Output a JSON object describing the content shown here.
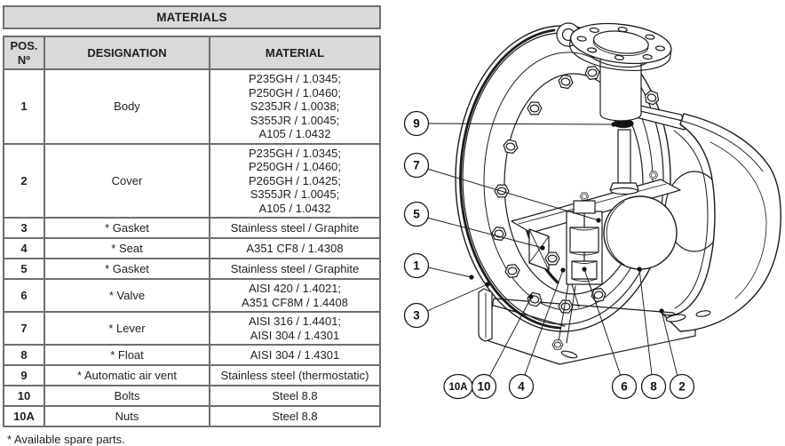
{
  "table": {
    "title": "MATERIALS",
    "columns": {
      "pos": "POS.\nNº",
      "designation": "DESIGNATION",
      "material": "MATERIAL"
    },
    "rows": [
      {
        "pos": "1",
        "designation": "Body",
        "material": "P235GH / 1.0345;\nP250GH / 1.0460;\nS235JR / 1.0038;\nS355JR / 1.0045;\nA105 / 1.0432"
      },
      {
        "pos": "2",
        "designation": "Cover",
        "material": "P235GH / 1.0345;\nP250GH / 1.0460;\nP265GH / 1.0425;\nS355JR / 1.0045;\nA105 / 1.0432"
      },
      {
        "pos": "3",
        "designation": "* Gasket",
        "material": "Stainless steel / Graphite"
      },
      {
        "pos": "4",
        "designation": "* Seat",
        "material": "A351 CF8 / 1.4308"
      },
      {
        "pos": "5",
        "designation": "* Gasket",
        "material": "Stainless steel / Graphite"
      },
      {
        "pos": "6",
        "designation": "* Valve",
        "material": "AISI 420 / 1.4021;\nA351 CF8M / 1.4408"
      },
      {
        "pos": "7",
        "designation": "* Lever",
        "material": "AISI 316 / 1.4401;\nAISI 304 / 1.4301"
      },
      {
        "pos": "8",
        "designation": "* Float",
        "material": "AISI 304 / 1.4301"
      },
      {
        "pos": "9",
        "designation": "* Automatic air vent",
        "material": "Stainless steel (thermostatic)"
      },
      {
        "pos": "10",
        "designation": "Bolts",
        "material": "Steel 8.8"
      },
      {
        "pos": "10A",
        "designation": "Nuts",
        "material": "Steel 8.8"
      }
    ],
    "footnote": "* Available spare parts."
  },
  "diagram": {
    "description": "Cutaway isometric drawing of float steam trap with numbered part callouts",
    "callouts": [
      {
        "label": "9"
      },
      {
        "label": "7"
      },
      {
        "label": "5"
      },
      {
        "label": "1"
      },
      {
        "label": "3"
      },
      {
        "label": "10A"
      },
      {
        "label": "10"
      },
      {
        "label": "4"
      },
      {
        "label": "6"
      },
      {
        "label": "8"
      },
      {
        "label": "2"
      }
    ]
  },
  "colors": {
    "table_header_bg": "#d9d9d9",
    "table_border": "#6e6e6e",
    "line": "#1b1b1b",
    "text": "#1f1f1f",
    "background": "#ffffff"
  }
}
